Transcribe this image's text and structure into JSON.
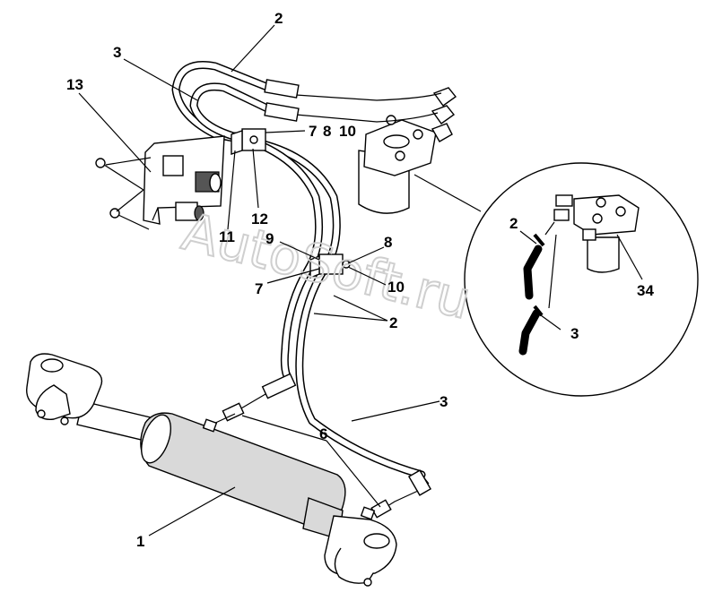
{
  "diagram": {
    "watermark": "AutoSoft.ru",
    "labels": {
      "l1": "1",
      "l2_top": "2",
      "l2_mid": "2",
      "l2_inset": "2",
      "l3_top": "3",
      "l3_right": "3",
      "l3_inset": "3",
      "l6": "6",
      "l7a": "7",
      "l8a": "8",
      "l10a": "10",
      "l7b": "7",
      "l8b": "8",
      "l9": "9",
      "l10b": "10",
      "l11": "11",
      "l12": "12",
      "l13": "13",
      "l34": "34"
    },
    "colors": {
      "line": "#000000",
      "cylinder": "#d9d9d9",
      "background": "#ffffff",
      "watermark": "#cfcfcf"
    }
  }
}
